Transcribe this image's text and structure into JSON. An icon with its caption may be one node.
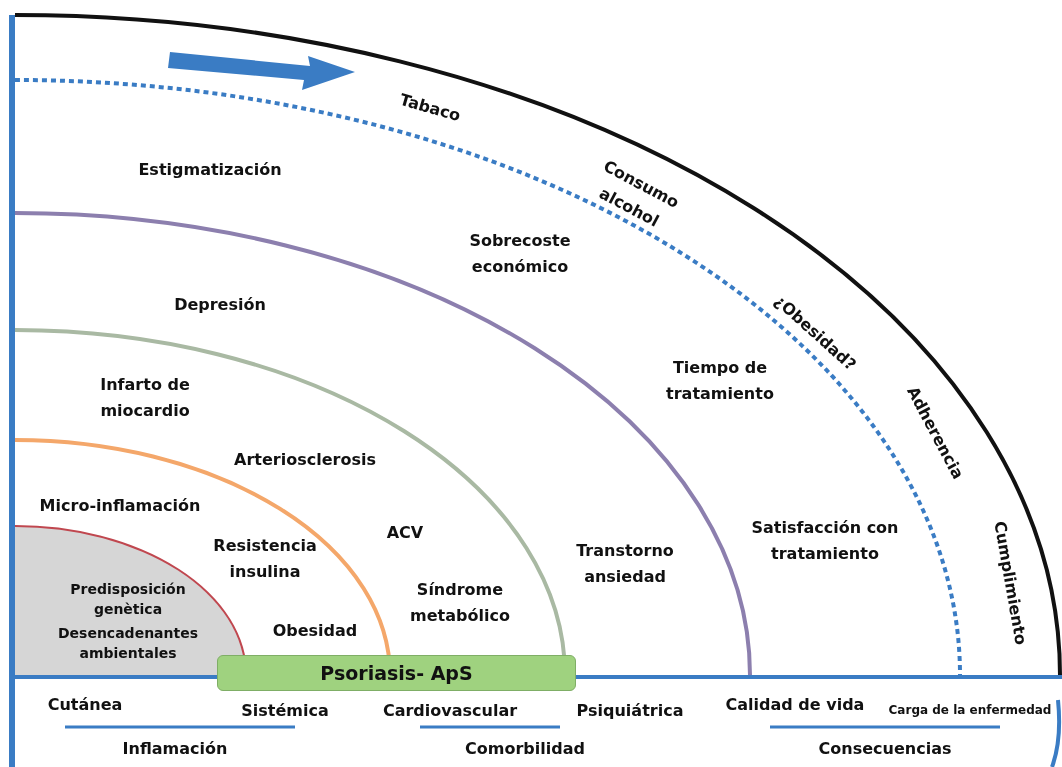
{
  "diagram": {
    "nodes": [
      {
        "text": [
          "Predisposición genètica",
          "Desencadenantes ambientales"
        ]
      },
      {
        "text": [
          "Psoriasis- ApS"
        ]
      }
    ],
    "labels": [
      "Tabaco",
      "Estigmatización",
      "Consumo alcohol",
      "Sobrecoste económico",
      "Depresión",
      "¿Obesidad?",
      "Tiempo de tratamiento",
      "Infarto de miocardio",
      "Adherencia",
      "Arteriosclerosis",
      "Micro-inflamación",
      "ACV",
      "Satisfacción con tratamiento",
      "Resistencia insulina",
      "Transtorno ansiedad",
      "Cumplimiento",
      "Síndrome metabólico",
      "Obesidad",
      "Cutánea",
      "Sistémica",
      "Cardiovascular",
      "Psiquiátrica",
      "Calidad de vida",
      "Carga de la enfermedad",
      "Inflamación",
      "Comorbilidad",
      "Consecuencias"
    ]
  }
}
